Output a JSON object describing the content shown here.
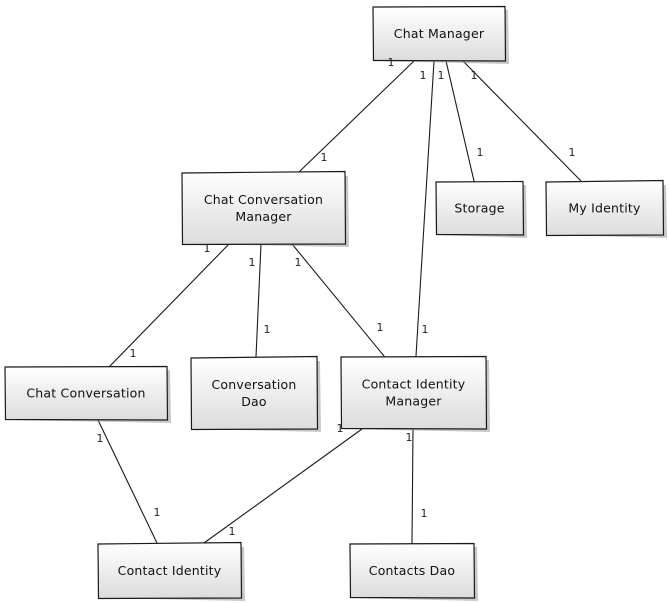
{
  "nodes": [
    {
      "id": "chat-manager",
      "lines": [
        "Chat Manager"
      ]
    },
    {
      "id": "chat-conversation-manager",
      "lines": [
        "Chat Conversation",
        "Manager"
      ]
    },
    {
      "id": "storage",
      "lines": [
        "Storage"
      ]
    },
    {
      "id": "my-identity",
      "lines": [
        "My Identity"
      ]
    },
    {
      "id": "chat-conversation",
      "lines": [
        "Chat Conversation"
      ]
    },
    {
      "id": "conversation-dao",
      "lines": [
        "Conversation",
        "Dao"
      ]
    },
    {
      "id": "contact-identity-manager",
      "lines": [
        "Contact Identity",
        "Manager"
      ]
    },
    {
      "id": "contact-identity",
      "lines": [
        "Contact Identity"
      ]
    },
    {
      "id": "contacts-dao",
      "lines": [
        "Contacts Dao"
      ]
    }
  ],
  "edges": [
    {
      "from": "chat-manager",
      "to": "chat-conversation-manager",
      "source_multiplicity": "1",
      "target_multiplicity": "1"
    },
    {
      "from": "chat-manager",
      "to": "contact-identity-manager",
      "source_multiplicity": "1",
      "target_multiplicity": "1"
    },
    {
      "from": "chat-manager",
      "to": "storage",
      "source_multiplicity": "1",
      "target_multiplicity": "1"
    },
    {
      "from": "chat-manager",
      "to": "my-identity",
      "source_multiplicity": "1",
      "target_multiplicity": "1"
    },
    {
      "from": "chat-conversation-manager",
      "to": "chat-conversation",
      "source_multiplicity": "1",
      "target_multiplicity": "1"
    },
    {
      "from": "chat-conversation-manager",
      "to": "conversation-dao",
      "source_multiplicity": "1",
      "target_multiplicity": "1"
    },
    {
      "from": "chat-conversation-manager",
      "to": "contact-identity-manager",
      "source_multiplicity": "1",
      "target_multiplicity": "1"
    },
    {
      "from": "chat-conversation",
      "to": "contact-identity",
      "source_multiplicity": "1",
      "target_multiplicity": "1"
    },
    {
      "from": "contact-identity-manager",
      "to": "contact-identity",
      "source_multiplicity": "1",
      "target_multiplicity": "1"
    },
    {
      "from": "contact-identity-manager",
      "to": "contacts-dao",
      "source_multiplicity": "1",
      "target_multiplicity": "1"
    }
  ]
}
